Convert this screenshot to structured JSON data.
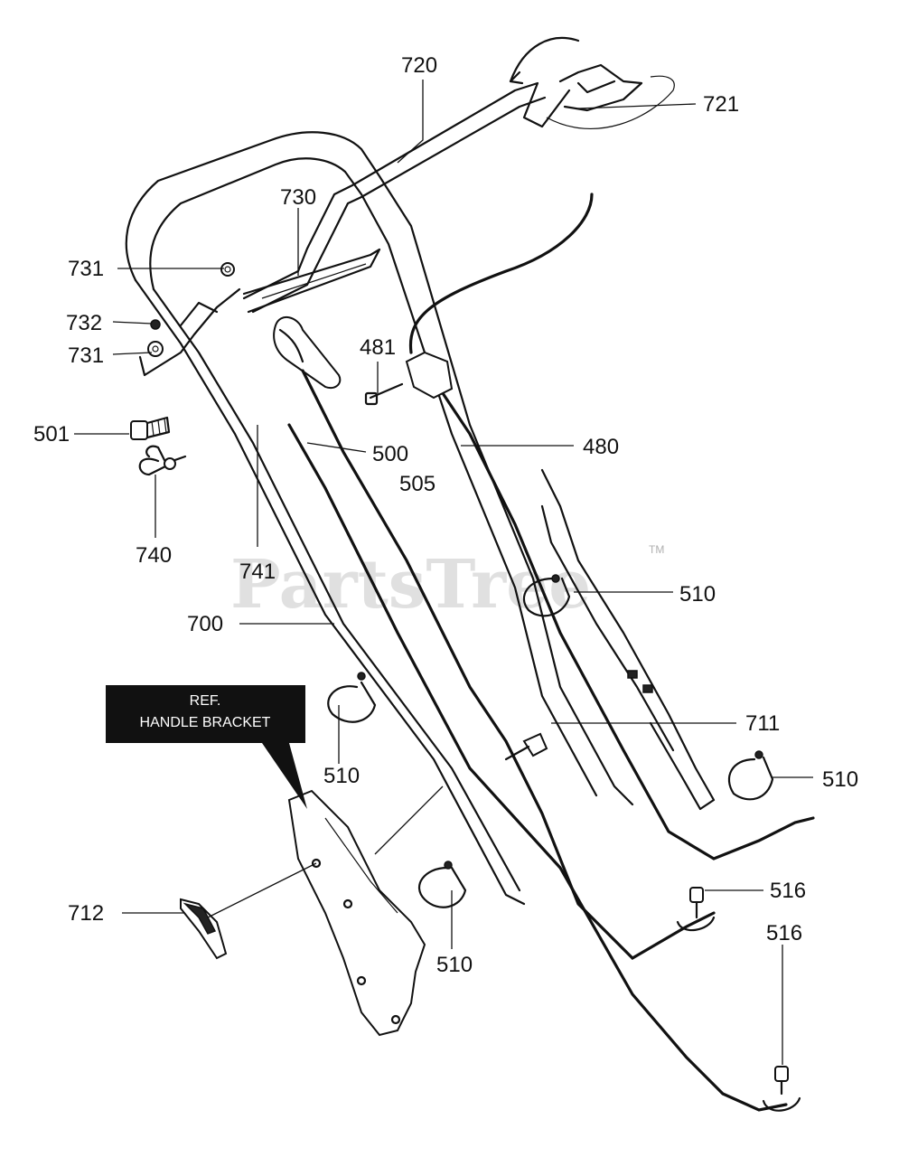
{
  "watermark": {
    "text": "PartsTree",
    "tm": "TM"
  },
  "ref_box": {
    "line1": "REF.",
    "line2": "HANDLE BRACKET"
  },
  "callouts": {
    "c720": "720",
    "c721": "721",
    "c730": "730",
    "c731a": "731",
    "c732": "732",
    "c731b": "731",
    "c481": "481",
    "c501": "501",
    "c500": "500",
    "c505": "505",
    "c480": "480",
    "c740": "740",
    "c741": "741",
    "c510a": "510",
    "c700": "700",
    "c711": "711",
    "c510b": "510",
    "c510c": "510",
    "c712": "712",
    "c510d": "510",
    "c516a": "516",
    "c516b": "516"
  }
}
